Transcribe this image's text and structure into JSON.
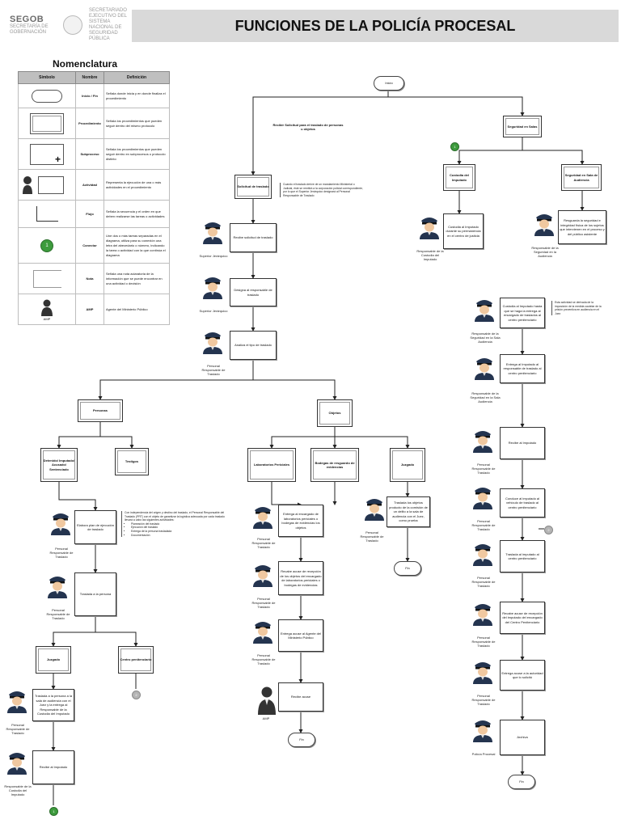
{
  "header": {
    "logo_text": "SEGOB",
    "logo_sub": "SECRETARÍA DE GOBERNACIÓN",
    "agency_text": "SECRETARIADO EJECUTIVO DEL SISTEMA NACIONAL DE SEGURIDAD PÚBLICA",
    "title": "FUNCIONES DE LA POLICÍA PROCESAL"
  },
  "nomenclature": {
    "title": "Nomenclatura",
    "headers": [
      "Símbolo",
      "Nombre",
      "Definición"
    ],
    "rows": [
      {
        "name": "Inicio / Fin",
        "def": "Señala donde inicia y en donde finaliza el procedimiento"
      },
      {
        "name": "Procedimiento",
        "def": "Señala los procedimientos que pueden seguir dentro del mismo protocolo"
      },
      {
        "name": "Subproceso",
        "def": "Señala los procedimientos que pueden seguir dentro en subprocesos o protocolo distinto"
      },
      {
        "name": "Actividad",
        "def": "Representa la ejecución de una o más actividades en el procedimiento"
      },
      {
        "name": "Flujo",
        "def": "Señala la secuencia y el orden en que deben realizarse las tareas o actividades"
      },
      {
        "name": "Conector",
        "def": "Une dos o más tareas separadas en el diagrama, utiliza para su conexión una letra del abecedario o número, indicando la tarea o actividad con la que continúa el diagrama"
      },
      {
        "name": "Nota",
        "def": "Señala una nota aclaratoria de la información que se puede encontrar en una actividad o decisión"
      },
      {
        "name": "AMP",
        "def": "Agente del Ministerio Público"
      }
    ],
    "connector_digit": "1",
    "amp_caption": "AMP"
  },
  "flow": {
    "inicio": "Inicio",
    "recibir_title": "Recibir Solicitud para el traslado de personas u objetos",
    "seguridad_salas": "Seguridad en Salas",
    "custodia_imputado": "Custodia del Imputado",
    "seguridad_audiencia": "Seguridad en Sala de Audiencia",
    "custodia_act": "Custodia al Imputado durante su permanencia en el centro de justicia",
    "resguarda_act": "Resguarda la seguridad e integridad física de los sujetos que intervienen en el proceso y del público asistente",
    "solicitud_traslado": "Solicitud de traslado",
    "solicitud_note": "Cuando el traslado derive de un mandamiento Ministerial o Judicial, éste se remitirá a la corporación policial correspondiente, por lo que el Superior Jerárquico designará al Personal Responsable de Traslado",
    "recibe_solicitud": "Recibe solicitud de traslado",
    "designa": "Designa al responsable de traslado",
    "analiza": "Analiza el tipo de traslado",
    "personas": "Personas",
    "objetos": "Objetos",
    "detenido": "Detenido/ Imputado/ Acusado/ Sentenciado",
    "testigos": "Testigos",
    "laboratorios": "Laboratorios Periciales",
    "bodegas": "Bodegas de resguardo de evidencias",
    "juzgado_obj": "Juzgado",
    "elabora_plan": "Elabora plan de ejecución de traslado",
    "plan_note_intro": "Con independencia del origen y destino del traslado, el Personal Responsable del Traslado (PRT) con el objeto de garantizar la logística adecuada por cada traslado llevará a cabo las siguientes actividades:",
    "plan_note_items": [
      "Planeación del traslado",
      "Ejecución del traslado",
      "Entrega de la persona trasladada",
      "Documentación"
    ],
    "traslada_persona": "Traslada a la persona",
    "juzgado_p": "Juzgado",
    "centro_pen": "Centro penitenciario",
    "traslada_sala": "Traslada a la persona a la sala de audiencia con el Juez y la entrega al Responsable de la Custodia del Imputado",
    "recibe_imputado_left": "Recibe al Imputado",
    "entrega_lab": "Entrega al encargado de laboratorios periciales o bodegas de evidencias los objetos",
    "recabe_acuse_lab": "Recabe acuse de recepción de los objetos del encargado de laboratorios periciales o bodegas de evidencias",
    "entrega_acuse_amp": "Entrega acuse al Agente del Ministerio Público",
    "recibe_acuse": "Recibe acuse",
    "traslada_objetos": "Traslada los objetos producto de la comisión de un delito a la sala de audiencia con el Juez, como prueba",
    "fin": "Fin",
    "custodia_hasta": "Custodia al Imputado hasta que se haga la entrega al encargado de traslados al centro penitenciario",
    "custodia_note": "Esta actividad se derivada de la imposición de la medida cautelar de la prisión preventiva en audiencia en el Juez",
    "entrega_responsable": "Entrega al Imputado al responsable de traslado al centro penitenciario",
    "recibe_imputado_right": "Recibe al Imputado",
    "conduce": "Conduce al imputado al vehículo de traslado al centro penitenciario",
    "traslada_centro": "Traslada al imputado al centro penitenciario",
    "recabe_acuse_centro": "Recabe acuse de recepción del imputado del encargado del Centro Penitenciario",
    "entrega_acuse_autoridad": "Entrega acuse a la autoridad que lo solicitó",
    "archiva": "Archiva"
  },
  "roles": {
    "superior": "Superior Jerárquico",
    "prt": "Personal Responsable de Traslado",
    "rci": "Responsable de la Custodia del Imputado",
    "rsa": "Responsable de la Seguridad en la Audiencia",
    "rsaa": "Responsable de la Seguridad en la Sala Audiencia",
    "amp": "AMP",
    "pp": "Policía Procesal"
  },
  "connectors": {
    "one": "1",
    "two": "2"
  },
  "colors": {
    "connector_green": "#3d9b3d",
    "connector_gray": "#b4b4b4",
    "officer_blue": "#24344f",
    "title_bar": "#d9d9d9"
  }
}
